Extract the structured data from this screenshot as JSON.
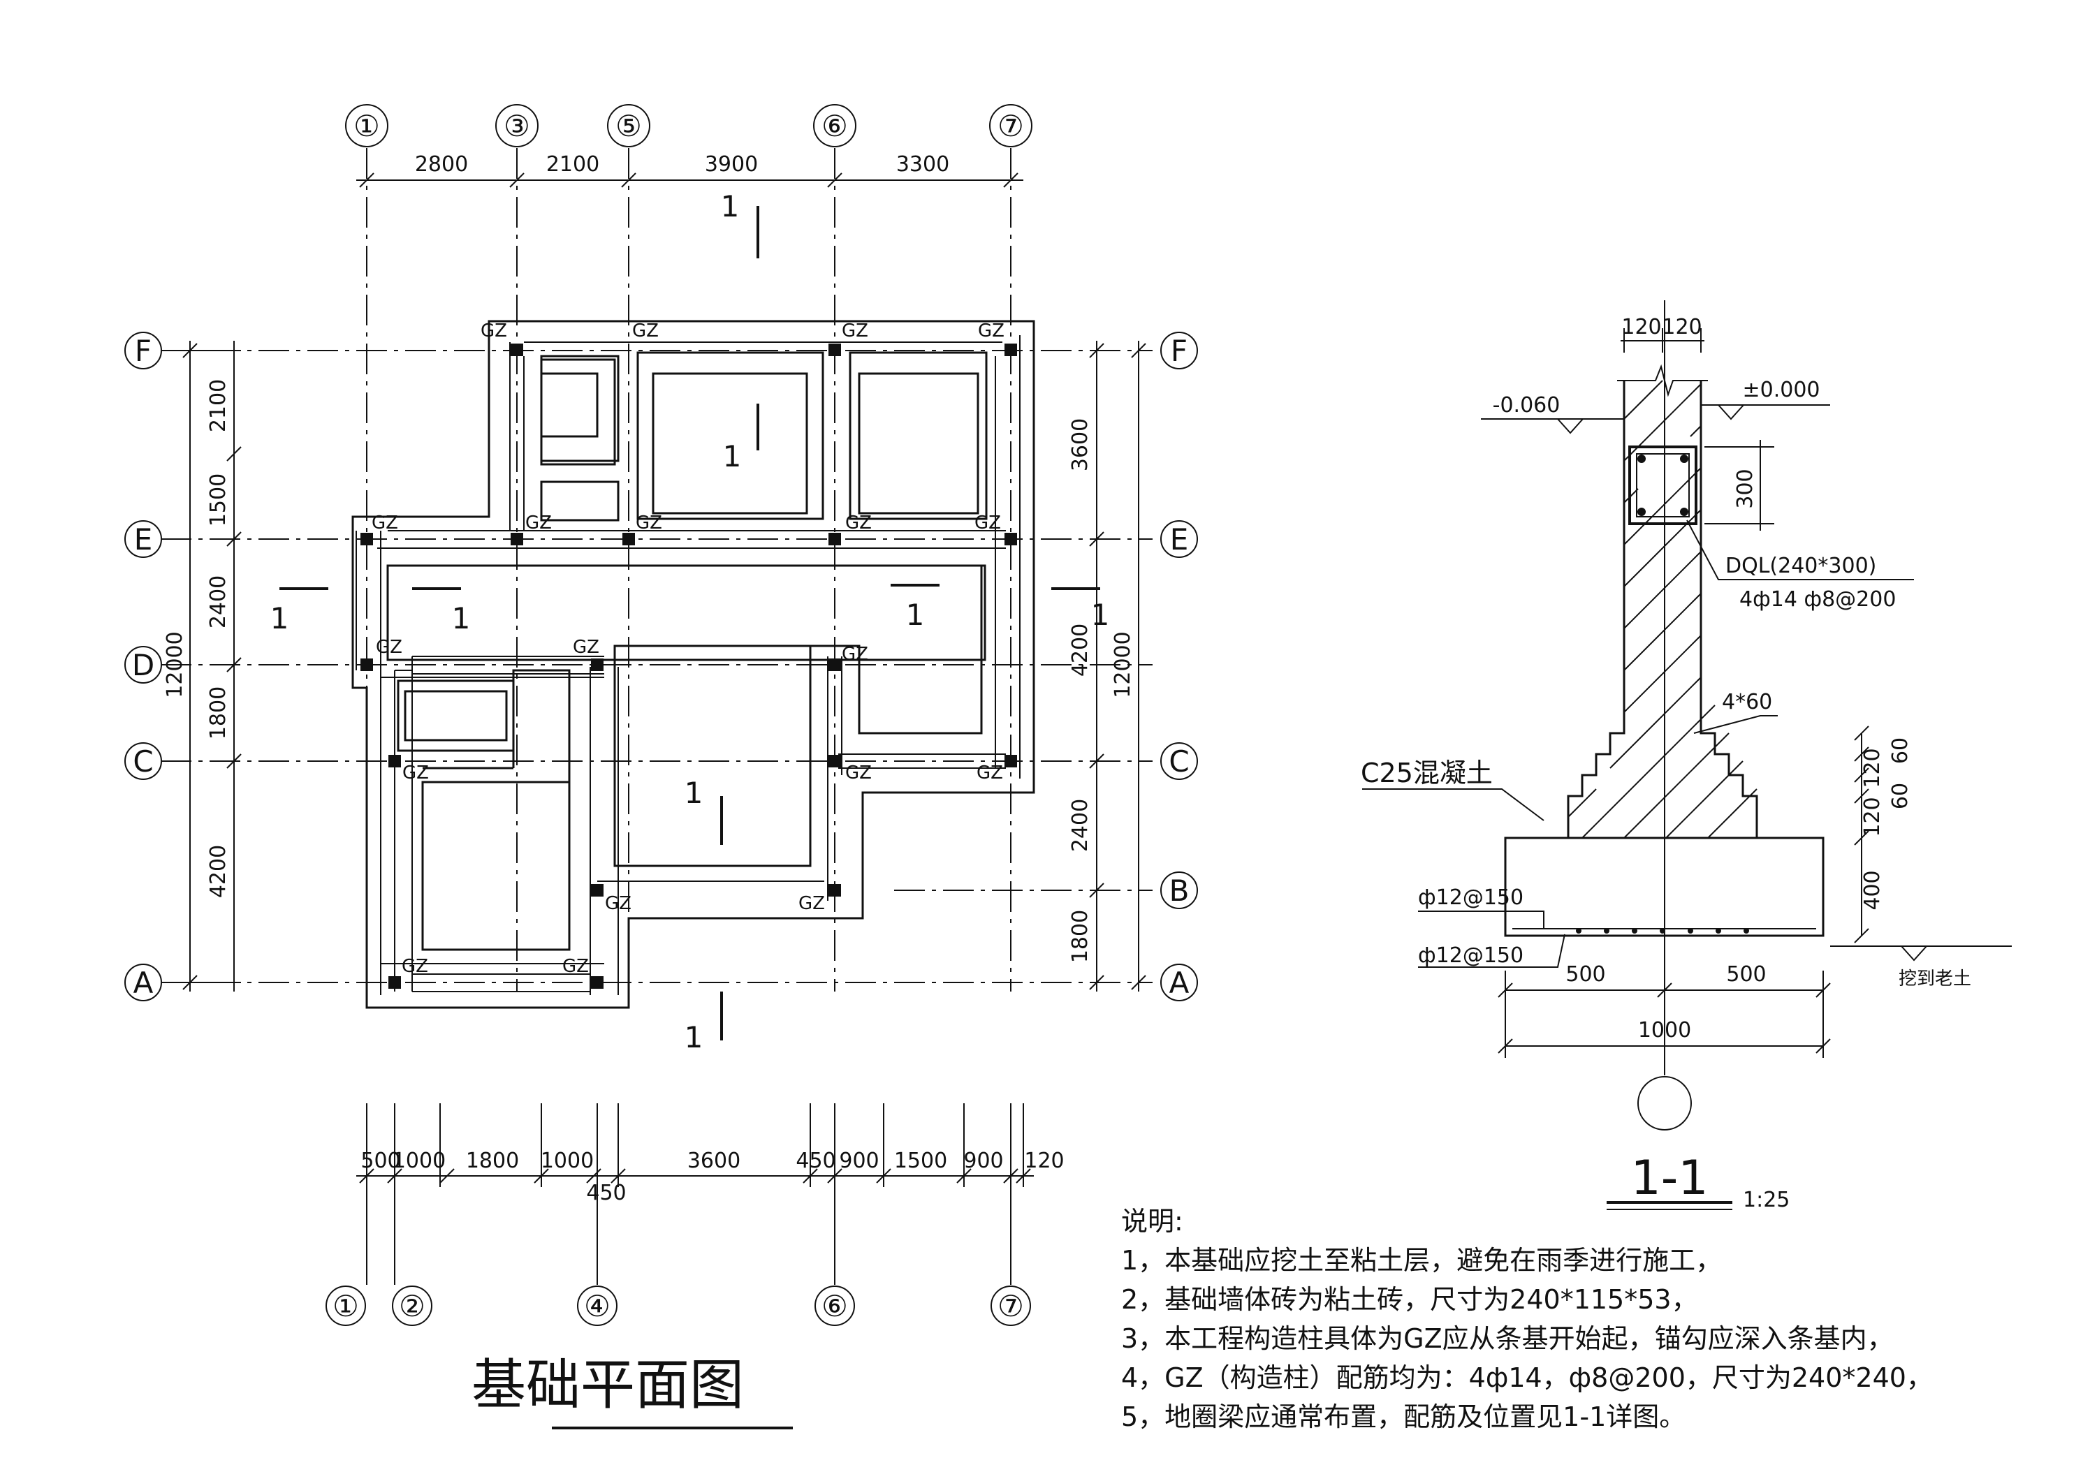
{
  "plan": {
    "title": "基础平面图",
    "top_axes": [
      "①",
      "③",
      "⑤",
      "⑥",
      "⑦"
    ],
    "bottom_axes": [
      "①",
      "②",
      "④",
      "⑥",
      "⑦"
    ],
    "row_axes": [
      "F",
      "E",
      "D",
      "C",
      "B",
      "A"
    ],
    "top_dims": [
      "2800",
      "2100",
      "3900",
      "3300"
    ],
    "left_dims": [
      "2100",
      "1500",
      "2400",
      "1800",
      "4200"
    ],
    "left_total": "12000",
    "right_dims": [
      "3600",
      "4200",
      "2400",
      "1800"
    ],
    "right_total": "12000",
    "bottom_dims": [
      "500",
      "1000",
      "1800",
      "1000",
      "3600",
      "450",
      "900",
      "1500",
      "900",
      "120"
    ],
    "bottom_extra": "450",
    "gz_label": "GZ",
    "section_mark": "1"
  },
  "section": {
    "title": "1-1",
    "scale": "1:25",
    "top_dims": [
      "120",
      "120"
    ],
    "level_left": "-0.060",
    "level_right": "±0.000",
    "beam_height": "300",
    "beam_label": "DQL(240*300)",
    "beam_rebar": "4ф14    ф8@200",
    "step_label": "4*60",
    "concrete_label": "C25混凝土",
    "rebar_1": "ф12@150",
    "rebar_2": "ф12@150",
    "right_dims": [
      "60",
      "120",
      "60",
      "120",
      "400"
    ],
    "soil_label": "挖到老土",
    "bottom_dims": [
      "500",
      "500"
    ],
    "total_width": "1000"
  },
  "notes": {
    "heading": "说明:",
    "lines": [
      "1，本基础应挖土至粘土层，避免在雨季进行施工，",
      "2，基础墙体砖为粘土砖，尺寸为240*115*53，",
      "3，本工程构造柱具体为GZ应从条基开始起，锚勾应深入条基内，",
      "4，GZ（构造柱）配筋均为：4ф14，ф8@200，尺寸为240*240，",
      "5，地圈梁应通常布置，配筋及位置见1-1详图。"
    ]
  }
}
